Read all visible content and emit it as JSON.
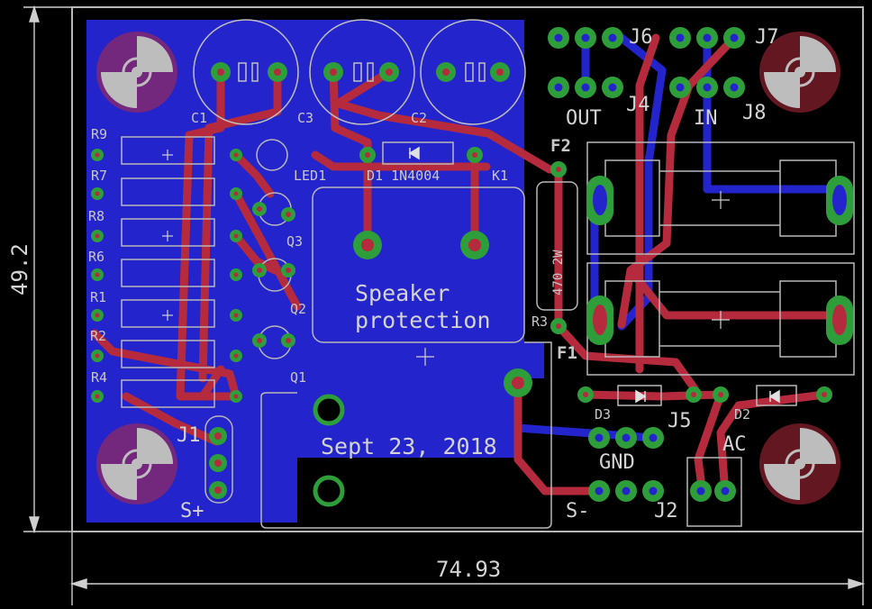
{
  "board": {
    "title": "Speaker protection",
    "title_line1": "Speaker",
    "title_line2": "protection",
    "date": "Sept 23, 2018"
  },
  "dimensions": {
    "width": "74.93",
    "height": "49.2"
  },
  "colors": {
    "background": "#000000",
    "bottom_copper": "#2222cc",
    "top_copper": "#b52a3c",
    "pad": "#2e9e3a",
    "silkscreen": "#c8c8c8",
    "outline": "#b8b8b8"
  },
  "labels": {
    "c1": "C1",
    "c2": "C2",
    "c3": "C3",
    "r1": "R1",
    "r2": "R2",
    "r3": "R3",
    "r4": "R4",
    "r6": "R6",
    "r7": "R7",
    "r8": "R8",
    "r9": "R9",
    "led1": "LED1",
    "d1": "D1 1N4004",
    "d2": "D2",
    "d3": "D3",
    "k1": "K1",
    "q1": "Q1",
    "q2": "Q2",
    "q3": "Q3",
    "f1": "F1",
    "f2": "F2",
    "j1": "J1",
    "j2": "J2",
    "j4": "J4",
    "j5": "J5",
    "j6": "J6",
    "j7": "J7",
    "j8": "J8",
    "out": "OUT",
    "in": "IN",
    "gnd": "GND",
    "ac": "AC",
    "s_plus": "S+",
    "s_minus": "S-",
    "r3_value": "470 2W"
  }
}
